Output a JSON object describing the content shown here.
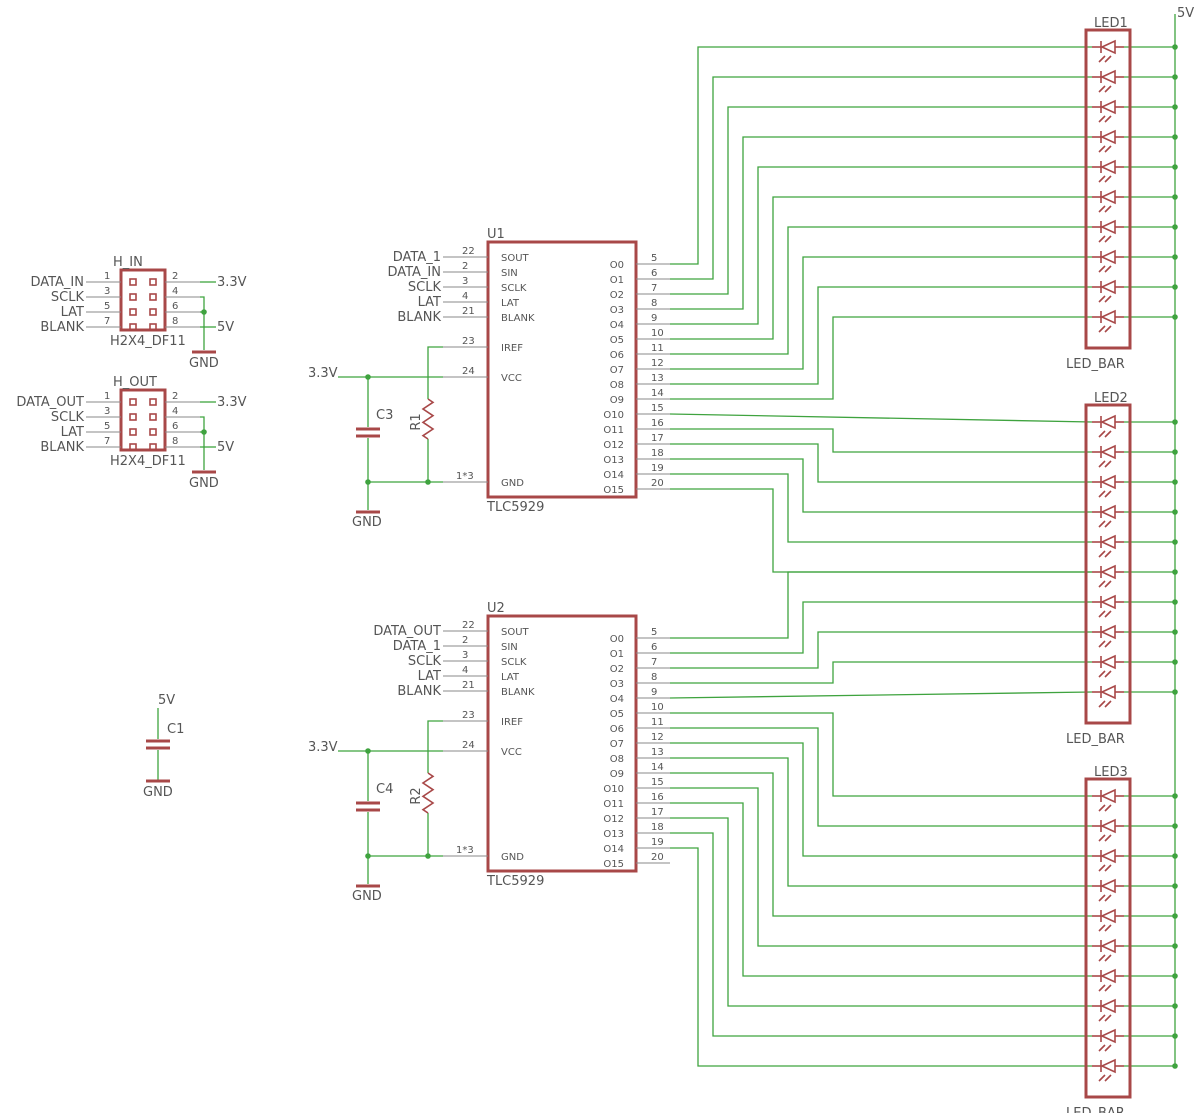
{
  "labels": {
    "supply_5v": "5V",
    "supply_3v3": "3.3V",
    "gnd": "GND",
    "vcc": "VCC",
    "iref": "IREF",
    "gnd_pin": "GND",
    "gnd_pin_number": "1*3"
  },
  "headers": [
    {
      "name": "H_IN",
      "part": "H2X4_DF11",
      "signals": [
        "DATA_IN",
        "SCLK",
        "LAT",
        "BLANK"
      ],
      "left_pins": [
        "1",
        "3",
        "5",
        "7"
      ],
      "right_pins": [
        "2",
        "4",
        "6",
        "8"
      ]
    },
    {
      "name": "H_OUT",
      "part": "H2X4_DF11",
      "signals": [
        "DATA_OUT",
        "SCLK",
        "LAT",
        "BLANK"
      ],
      "left_pins": [
        "1",
        "3",
        "5",
        "7"
      ],
      "right_pins": [
        "2",
        "4",
        "6",
        "8"
      ]
    }
  ],
  "chips": [
    {
      "name": "U1",
      "part": "TLC5929",
      "cap": "C3",
      "res": "R1",
      "inputs": [
        {
          "net": "DATA_1",
          "pin": "22",
          "func": "SOUT"
        },
        {
          "net": "DATA_IN",
          "pin": "2",
          "func": "SIN"
        },
        {
          "net": "SCLK",
          "pin": "3",
          "func": "SCLK"
        },
        {
          "net": "LAT",
          "pin": "4",
          "func": "LAT"
        },
        {
          "net": "BLANK",
          "pin": "21",
          "func": "BLANK"
        }
      ],
      "iref_pin": "23",
      "vcc_pin": "24"
    },
    {
      "name": "U2",
      "part": "TLC5929",
      "cap": "C4",
      "res": "R2",
      "inputs": [
        {
          "net": "DATA_OUT",
          "pin": "22",
          "func": "SOUT"
        },
        {
          "net": "DATA_1",
          "pin": "2",
          "func": "SIN"
        },
        {
          "net": "SCLK",
          "pin": "3",
          "func": "SCLK"
        },
        {
          "net": "LAT",
          "pin": "4",
          "func": "LAT"
        },
        {
          "net": "BLANK",
          "pin": "21",
          "func": "BLANK"
        }
      ],
      "iref_pin": "23",
      "vcc_pin": "24"
    }
  ],
  "outputs": {
    "names": [
      "O0",
      "O1",
      "O2",
      "O3",
      "O4",
      "O5",
      "O6",
      "O7",
      "O8",
      "O9",
      "O10",
      "O11",
      "O12",
      "O13",
      "O14",
      "O15"
    ],
    "pins": [
      "5",
      "6",
      "7",
      "8",
      "9",
      "10",
      "11",
      "12",
      "13",
      "14",
      "15",
      "16",
      "17",
      "18",
      "19",
      "20"
    ]
  },
  "c1": {
    "name": "C1",
    "top": "5V",
    "bottom": "GND"
  },
  "led_bars": [
    {
      "name": "LED1",
      "part": "LED_BAR"
    },
    {
      "name": "LED2",
      "part": "LED_BAR"
    },
    {
      "name": "LED3",
      "part": "LED_BAR"
    }
  ],
  "colors": {
    "wire": "#3fa33f",
    "part": "#a84848",
    "text": "#555555",
    "pin": "#8a8a8a"
  }
}
